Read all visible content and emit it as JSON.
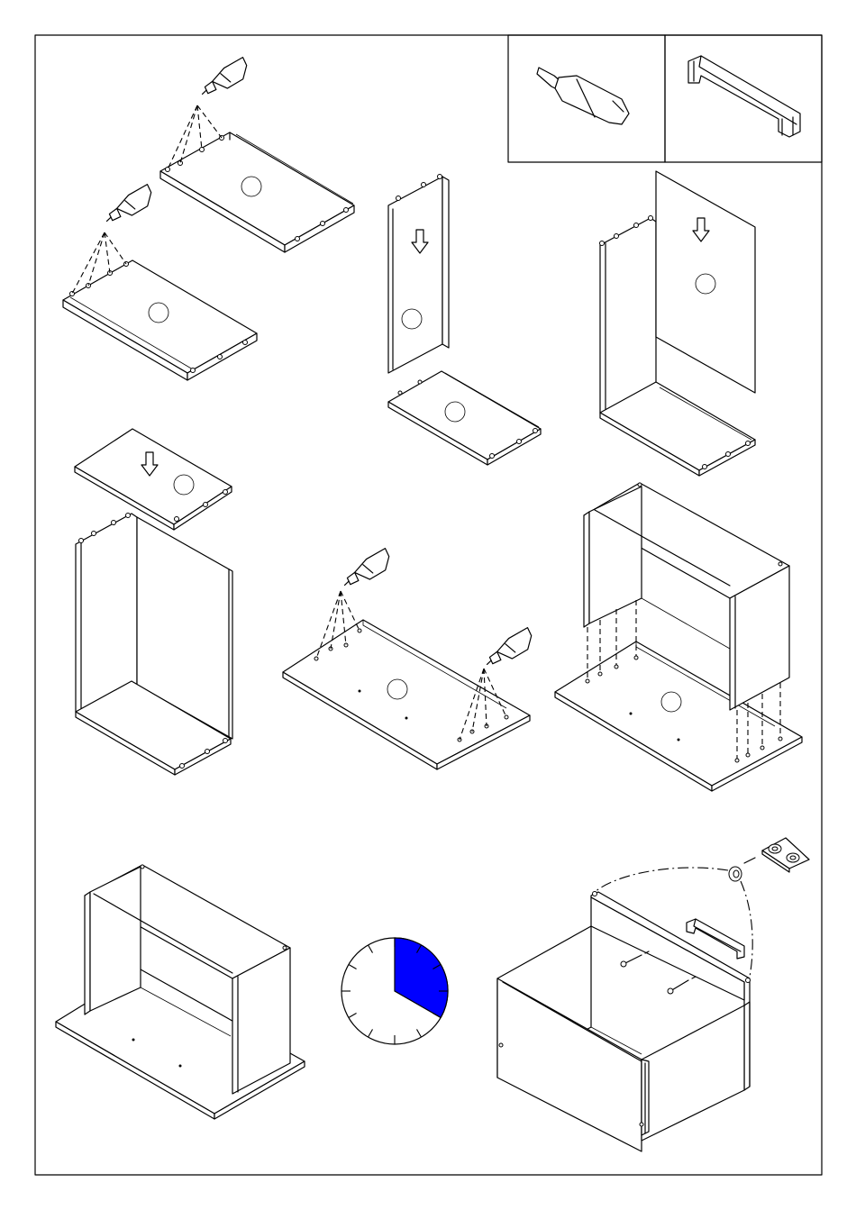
{
  "document": {
    "type": "assembly-instructions-page",
    "parts_legend": [
      {
        "id": "glue",
        "icon": "glue-tube-icon"
      },
      {
        "id": "handle",
        "icon": "handle-icon"
      }
    ],
    "steps": [
      {
        "id": "step-glue-top-and-bottom-panels",
        "icons": [
          "glue-tube-icon",
          "glue-tube-icon"
        ]
      },
      {
        "id": "step-insert-side-panel",
        "icons": [
          "down-arrow-icon"
        ]
      },
      {
        "id": "step-insert-back-panel",
        "icons": [
          "down-arrow-icon"
        ]
      },
      {
        "id": "step-attach-top-panel",
        "icons": [
          "down-arrow-icon"
        ]
      },
      {
        "id": "step-glue-base-board",
        "icons": [
          "glue-tube-icon",
          "glue-tube-icon"
        ]
      },
      {
        "id": "step-mount-carcass-on-base",
        "icons": []
      },
      {
        "id": "step-drying-time",
        "icons": [
          "clock-icon"
        ]
      },
      {
        "id": "step-fit-handle-and-bumpers",
        "icons": [
          "screw-icon",
          "bumper-pad-icon",
          "handle-icon"
        ]
      }
    ],
    "drying_clock": {
      "fraction_filled": 0.333,
      "fill_color": "#0000ff",
      "ticks": 12
    }
  }
}
